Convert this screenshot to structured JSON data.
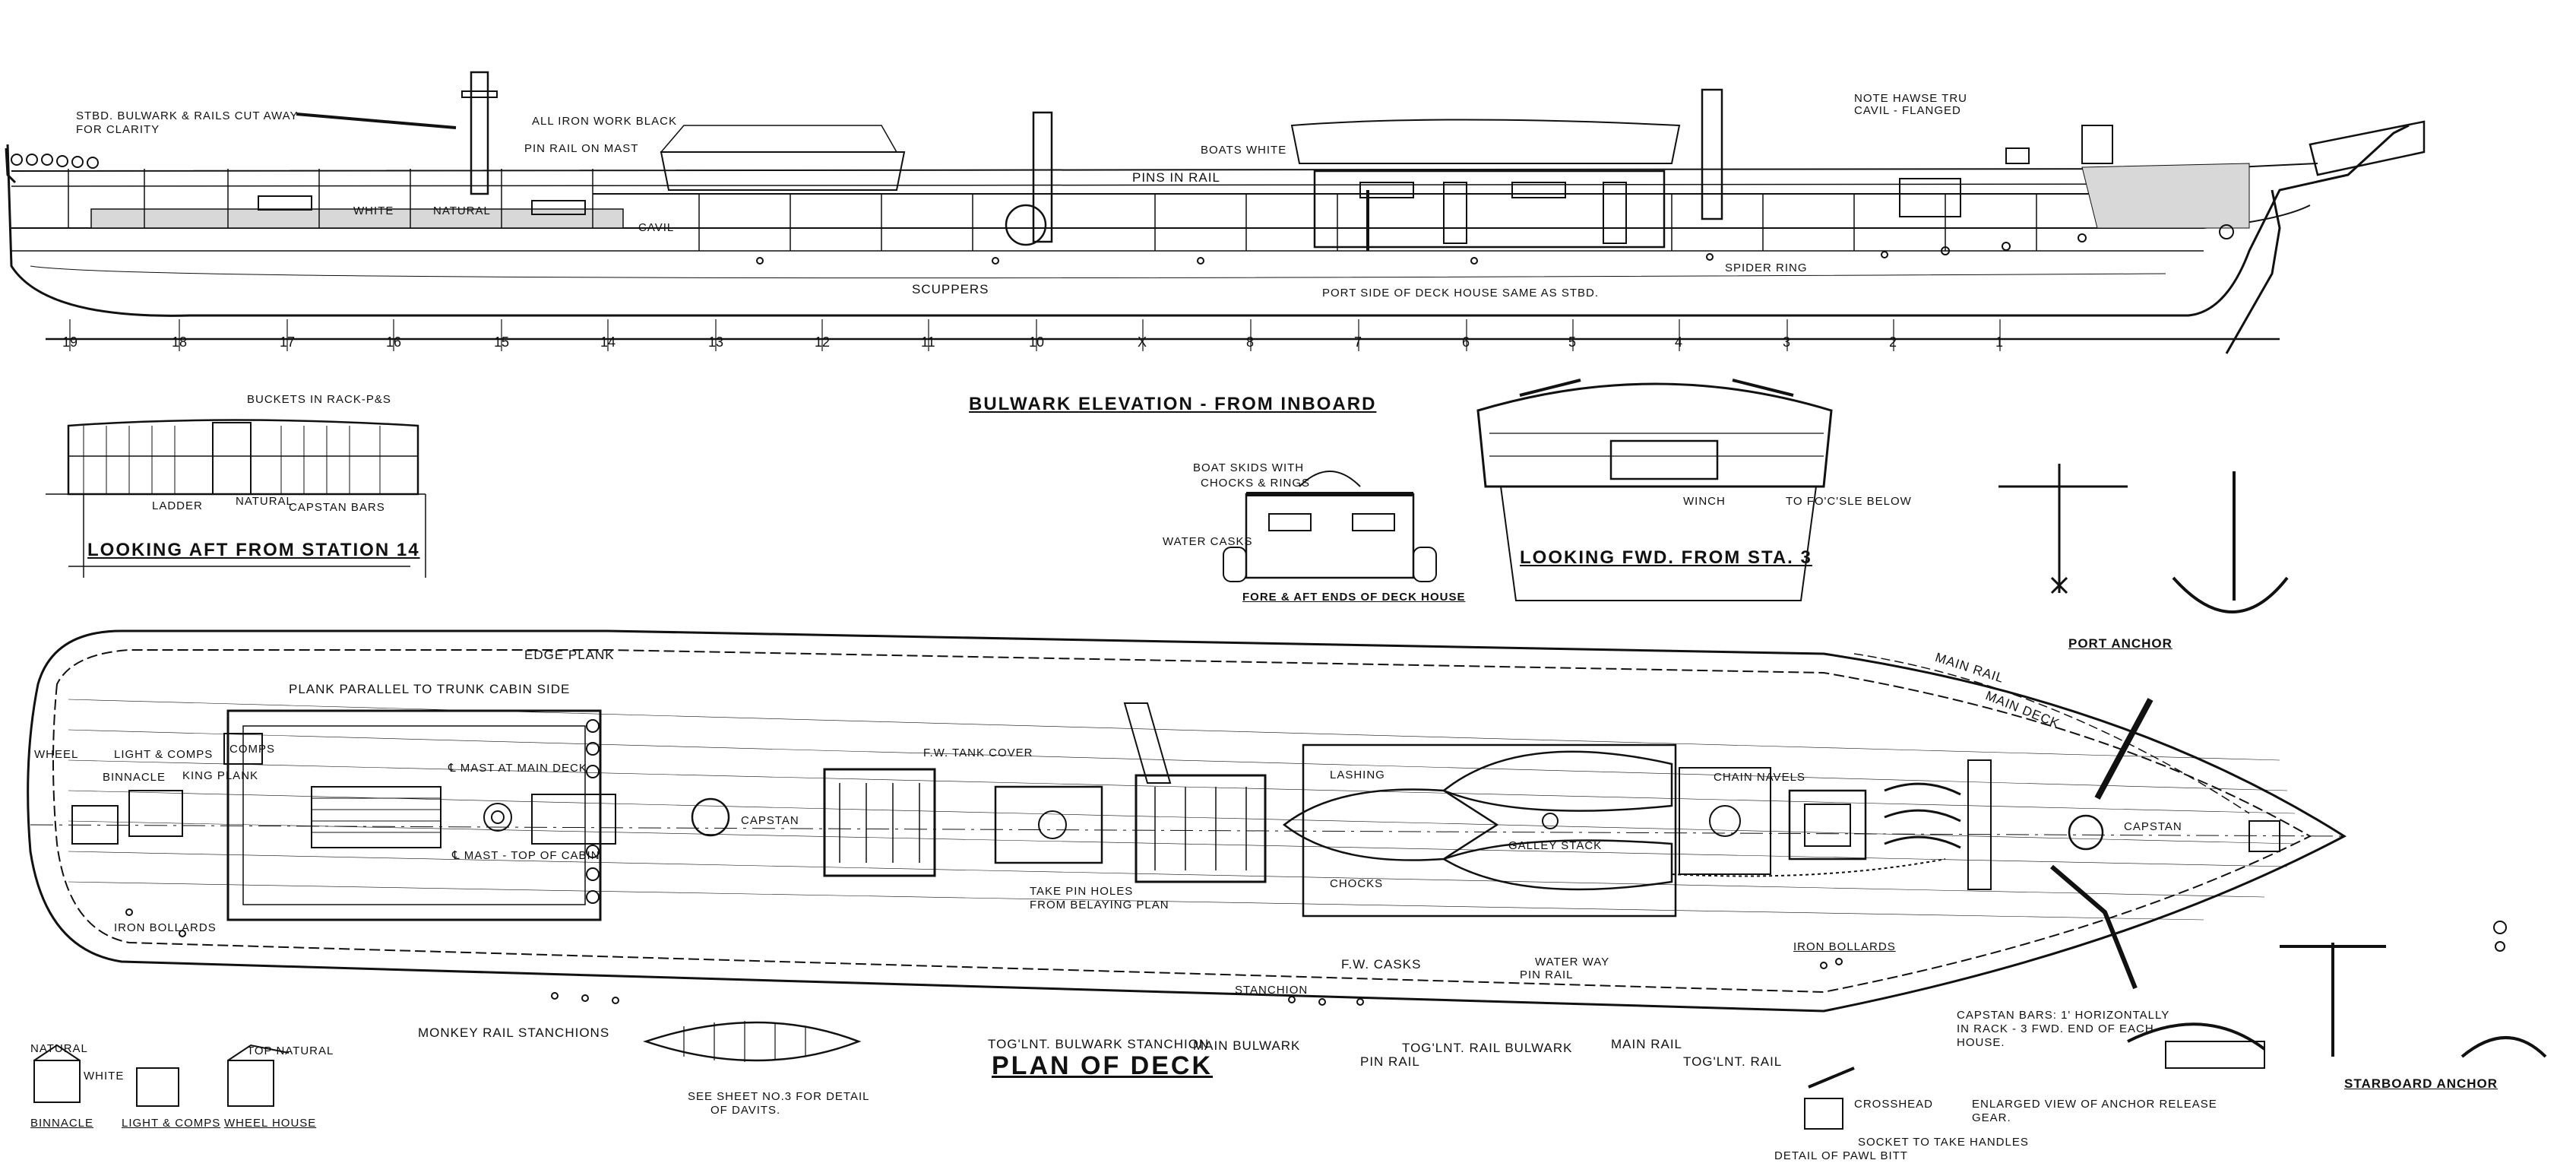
{
  "colors": {
    "ink": "#111111",
    "paper": "#ffffff",
    "hull_shade": "#d8d8d8"
  },
  "titles": {
    "bulwark_elevation": "BULWARK ELEVATION - FROM INBOARD",
    "looking_aft": "LOOKING AFT FROM STATION 14",
    "looking_fwd": "LOOKING FWD. FROM STA. 3",
    "deck_house_ends": "FORE & AFT ENDS OF DECK HOUSE",
    "plan_of_deck": "PLAN OF DECK",
    "port_anchor": "PORT ANCHOR",
    "starboard_anchor": "STARBOARD ANCHOR"
  },
  "elevation_labels": {
    "stbd_bulwark": "STBD. BULWARK & RAILS CUT AWAY",
    "for_clarity": "FOR CLARITY",
    "iron_work": "ALL IRON WORK BLACK",
    "pin_rail_mast": "PIN RAIL ON MAST",
    "boats_white": "BOATS WHITE",
    "pins_in_rail": "PINS IN RAIL",
    "scuppers": "SCUPPERS",
    "port_side": "PORT SIDE OF DECK HOUSE SAME AS STBD.",
    "spider_ring": "SPIDER RING",
    "note_hawse": "NOTE HAWSE TRU",
    "cavil_flanged": "CAVIL - FLANGED",
    "white": "WHITE",
    "natural": "NATURAL",
    "cavil": "CAVIL"
  },
  "stations": [
    "19",
    "18",
    "17",
    "16",
    "15",
    "14",
    "13",
    "12",
    "11",
    "10",
    "X",
    "8",
    "7",
    "6",
    "5",
    "4",
    "3",
    "2",
    "1"
  ],
  "section_labels": {
    "buckets": "BUCKETS IN RACK-P&S",
    "ladder": "LADDER",
    "natural": "NATURAL",
    "capstan_bars": "CAPSTAN BARS",
    "boat_skids": "BOAT SKIDS WITH",
    "chocks_rings": "CHOCKS & RINGS",
    "water_casks": "WATER CASKS",
    "winch": "WINCH",
    "to_focsle": "TO FO'C'SLE BELOW"
  },
  "deck_labels": {
    "edge_plank": "EDGE PLANK",
    "plank_parallel": "PLANK PARALLEL TO TRUNK CABIN SIDE",
    "main_rail_top": "MAIN RAIL",
    "main_deck": "MAIN DECK",
    "wheel": "WHEEL",
    "light_compass": "LIGHT & COMPS",
    "binnacle": "BINNACLE",
    "king_plank": "KING PLANK",
    "compass": "COMPS",
    "mast_main_deck": "℄ MAST AT MAIN DECK",
    "mast_top_cabin": "℄ MAST - TOP OF CABIN",
    "capstan_aft": "CAPSTAN",
    "fw_tank": "F.W. TANK COVER",
    "take_pin_holes": "TAKE PIN HOLES",
    "from_belaying": "FROM BELAYING PLAN",
    "lashing": "LASHING",
    "chocks": "CHOCKS",
    "galley_stack": "GALLEY STACK",
    "chain_navels": "CHAIN NAVELS",
    "capstan_fwd": "CAPSTAN",
    "iron_bollards_aft": "IRON BOLLARDS",
    "iron_bollards_fwd": "IRON BOLLARDS",
    "fw_casks": "F.W. CASKS",
    "water_way": "WATER WAY",
    "pin_rail": "PIN RAIL",
    "stanchion": "STANCHION",
    "monkey_rail": "MONKEY RAIL STANCHIONS",
    "topgallant_stanchion": "TOG'LNT. BULWARK STANCHION",
    "main_bulwark": "MAIN BULWARK",
    "pin_rail_bottom": "PIN RAIL",
    "topgallant_rail_bulwark": "TOG'LNT. RAIL BULWARK",
    "main_rail": "MAIN RAIL",
    "topgallant_rail": "TOG'LNT. RAIL",
    "see_sheet": "SEE SHEET No.3 FOR DETAIL",
    "of_davits": "OF DAVITS.",
    "capstan_bars_note": "CAPSTAN BARS: 1' HORIZONTALLY",
    "in_rack": "IN RACK - 3 FWD. END OF EACH",
    "house": "HOUSE.",
    "crosshead": "CROSSHEAD",
    "socket": "SOCKET TO TAKE HANDLES",
    "pawl_bitt": "DETAIL OF PAWL BITT",
    "enlarged_view": "ENLARGED VIEW OF ANCHOR RELEASE",
    "gear": "GEAR."
  },
  "small_details": {
    "natural": "NATURAL",
    "white": "WHITE",
    "top_natural": "TOP NATURAL",
    "binnacle": "BINNACLE",
    "light_comps": "LIGHT & COMPS",
    "wheel_house": "WHEEL HOUSE"
  }
}
